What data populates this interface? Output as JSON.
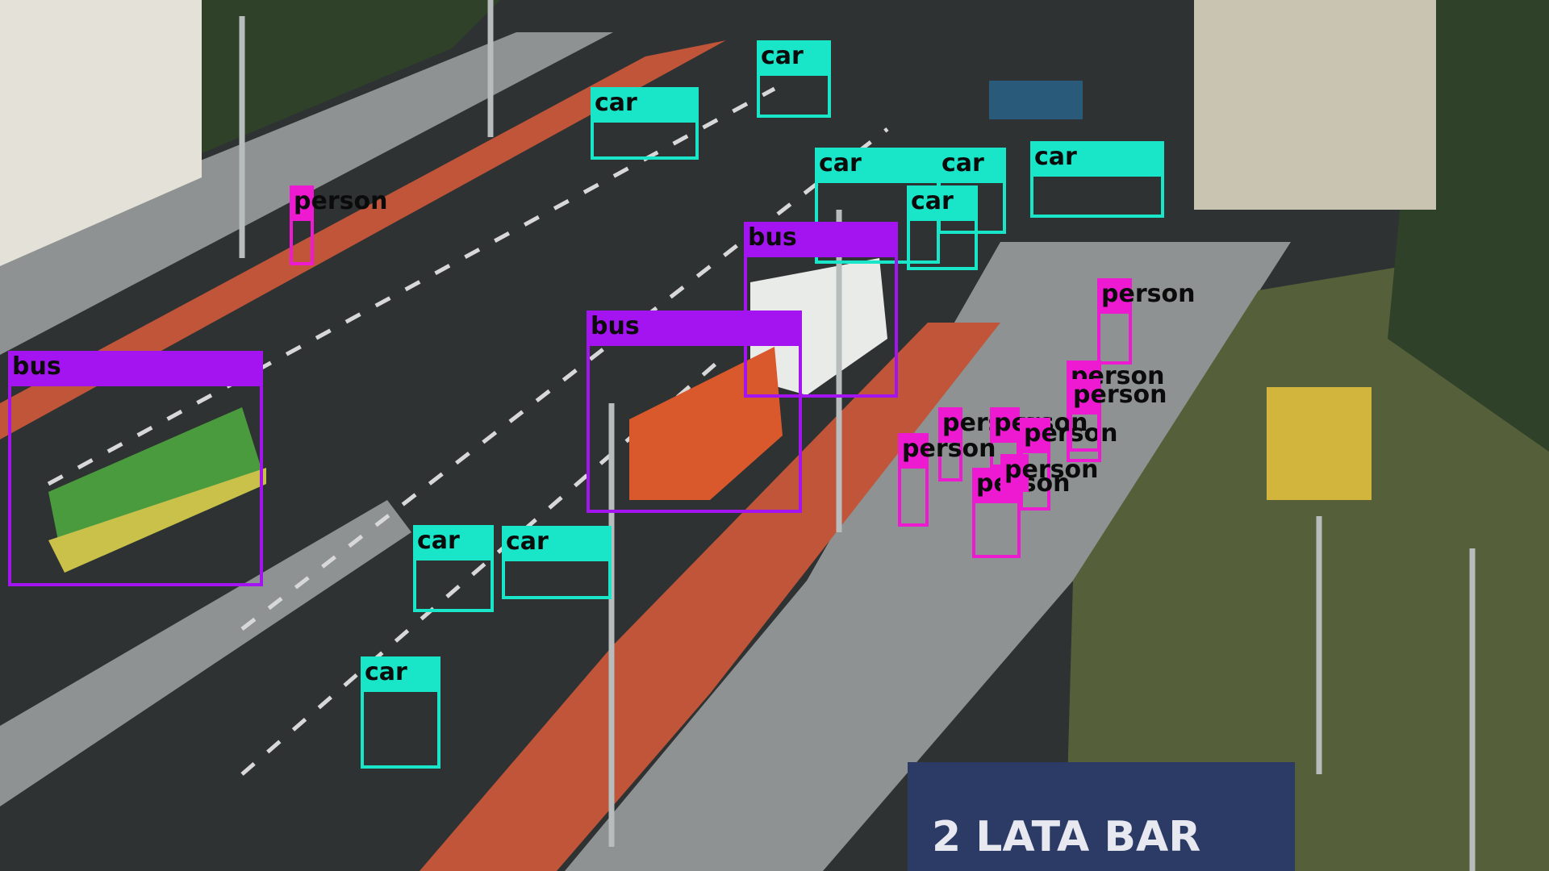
{
  "scene": {
    "palette": {
      "road": "#2f3233",
      "sidewalk": "#8e9292",
      "bus_lane": "#c0553a",
      "grass": "#55603a",
      "trees": "#2f4128",
      "building": "#c9c4b2",
      "wall": "#e4e1d8",
      "green_bus": "#4a9b3e",
      "green_bus_yellow": "#c9c14a",
      "orange_bus": "#d9592c",
      "white_bus": "#e9ebe9",
      "billboard": "#d1b53c",
      "road_sign": "#2a5a7a"
    },
    "billboard_text": "2 LATA BAR"
  },
  "classes": {
    "car": "#19e6c8",
    "bus": "#a414f0",
    "person": "#ee1ad2"
  },
  "detections": [
    {
      "label": "car",
      "class": "car"
    },
    {
      "label": "car",
      "class": "car"
    },
    {
      "label": "car",
      "class": "car"
    },
    {
      "label": "car",
      "class": "car"
    },
    {
      "label": "car",
      "class": "car"
    },
    {
      "label": "car",
      "class": "car"
    },
    {
      "label": "car",
      "class": "car"
    },
    {
      "label": "car",
      "class": "car"
    },
    {
      "label": "car",
      "class": "car"
    },
    {
      "label": "bus",
      "class": "bus"
    },
    {
      "label": "bus",
      "class": "bus"
    },
    {
      "label": "bus",
      "class": "bus"
    },
    {
      "label": "person",
      "class": "person"
    },
    {
      "label": "person",
      "class": "person"
    },
    {
      "label": "person",
      "class": "person"
    },
    {
      "label": "person",
      "class": "person"
    },
    {
      "label": "person",
      "class": "person"
    },
    {
      "label": "person",
      "class": "person"
    },
    {
      "label": "person",
      "class": "person"
    },
    {
      "label": "person",
      "class": "person"
    },
    {
      "label": "person",
      "class": "person"
    },
    {
      "label": "person",
      "class": "person"
    }
  ]
}
